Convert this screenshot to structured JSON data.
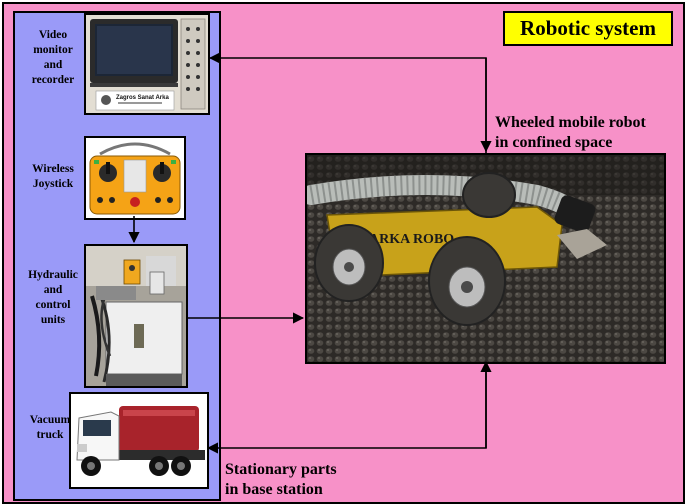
{
  "title": "Robotic system",
  "components": {
    "monitor": {
      "label": "Video\nmonitor\nand\nrecorder",
      "brand": "Zagros Sanat Arka",
      "icon": "video-monitor-image"
    },
    "joystick": {
      "label": "Wireless\nJoystick",
      "icon": "wireless-joystick-image"
    },
    "hydraulic": {
      "label": "Hydraulic\nand\ncontrol\nunits",
      "icon": "hydraulic-unit-image"
    },
    "truck": {
      "label": "Vacuum\ntruck",
      "icon": "vacuum-truck-image"
    }
  },
  "robot": {
    "label": "Wheeled mobile robot\nin confined space",
    "body_text": "ARKA ROBO",
    "icon": "wheeled-robot-image"
  },
  "base_station": {
    "label": "Stationary parts\nin base station"
  },
  "colors": {
    "background": "#f791c8",
    "panel": "#9a9af8",
    "title_box": "#ffff00",
    "robot_body": "#c8a21a"
  }
}
